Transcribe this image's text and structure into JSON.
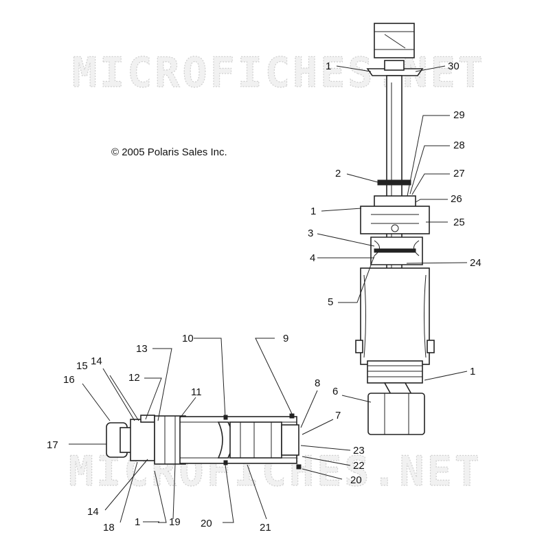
{
  "watermarks": [
    "MICROFICHES.NET",
    "MICROFICHES.NET"
  ],
  "copyright": "© 2005 Polaris Sales Inc.",
  "callouts": [
    {
      "id": "c1a",
      "text": "1"
    },
    {
      "id": "c30",
      "text": "30"
    },
    {
      "id": "c29",
      "text": "29"
    },
    {
      "id": "c28",
      "text": "28"
    },
    {
      "id": "c2",
      "text": "2"
    },
    {
      "id": "c27",
      "text": "27"
    },
    {
      "id": "c1b",
      "text": "1"
    },
    {
      "id": "c26",
      "text": "26"
    },
    {
      "id": "c25",
      "text": "25"
    },
    {
      "id": "c3",
      "text": "3"
    },
    {
      "id": "c4",
      "text": "4"
    },
    {
      "id": "c24",
      "text": "24"
    },
    {
      "id": "c5",
      "text": "5"
    },
    {
      "id": "c1c",
      "text": "1"
    },
    {
      "id": "c6",
      "text": "6"
    },
    {
      "id": "c10",
      "text": "10"
    },
    {
      "id": "c9",
      "text": "9"
    },
    {
      "id": "c13",
      "text": "13"
    },
    {
      "id": "c15",
      "text": "15"
    },
    {
      "id": "c14a",
      "text": "14"
    },
    {
      "id": "c12",
      "text": "12"
    },
    {
      "id": "c16",
      "text": "16"
    },
    {
      "id": "c11",
      "text": "11"
    },
    {
      "id": "c8",
      "text": "8"
    },
    {
      "id": "c7",
      "text": "7"
    },
    {
      "id": "c17",
      "text": "17"
    },
    {
      "id": "c23",
      "text": "23"
    },
    {
      "id": "c22",
      "text": "22"
    },
    {
      "id": "c20a",
      "text": "20"
    },
    {
      "id": "c14b",
      "text": "14"
    },
    {
      "id": "c1d",
      "text": "1"
    },
    {
      "id": "c19",
      "text": "19"
    },
    {
      "id": "c18",
      "text": "18"
    },
    {
      "id": "c20b",
      "text": "20"
    },
    {
      "id": "c21",
      "text": "21"
    }
  ]
}
